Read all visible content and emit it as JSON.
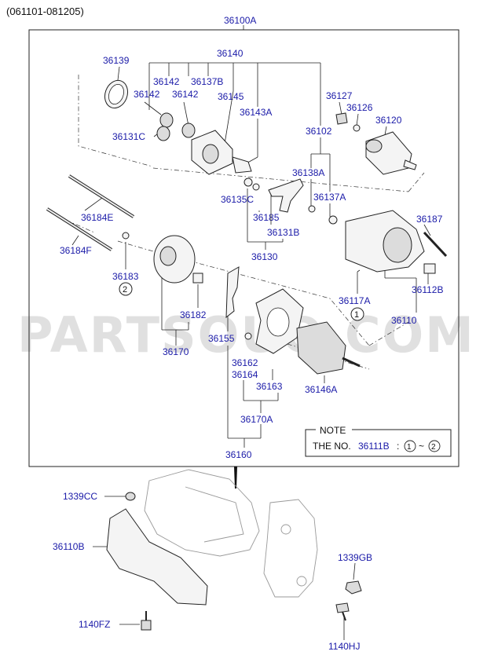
{
  "header": {
    "date_range": "(061101-081205)"
  },
  "watermark": "PARTSOUQ.COM",
  "assembly_label": "36100A",
  "labels": {
    "p36139": "36139",
    "p36140": "36140",
    "p36142a": "36142",
    "p36142b": "36142",
    "p36142c": "36142",
    "p36137b": "36137B",
    "p36145": "36145",
    "p36143a": "36143A",
    "p36131c": "36131C",
    "p36127": "36127",
    "p36126": "36126",
    "p36120": "36120",
    "p36102": "36102",
    "p36138a": "36138A",
    "p36137a": "36137A",
    "p36135c": "36135C",
    "p36185": "36185",
    "p36131b": "36131B",
    "p36130": "36130",
    "p36184e": "36184E",
    "p36184f": "36184F",
    "p36183": "36183",
    "p36187": "36187",
    "p36182": "36182",
    "p36170": "36170",
    "p36117a": "36117A",
    "p36112b": "36112B",
    "p36110": "36110",
    "p36155": "36155",
    "p36162": "36162",
    "p36164": "36164",
    "p36163": "36163",
    "p36146a": "36146A",
    "p36170a": "36170A",
    "p36160": "36160",
    "p1339cc": "1339CC",
    "p36110b": "36110B",
    "p1339gb": "1339GB",
    "p1140fz": "1140FZ",
    "p1140hj": "1140HJ"
  },
  "circle_refs": {
    "one": "1",
    "two": "2"
  },
  "note": {
    "title": "NOTE",
    "prefix": "THE NO.",
    "part": "36111B",
    "sep": ":",
    "c1": "1",
    "tilde": "~",
    "c2": "2"
  }
}
